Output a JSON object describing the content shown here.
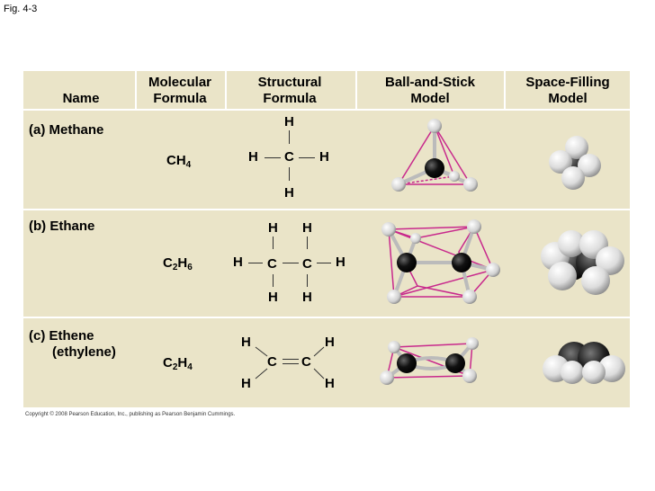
{
  "figure_label": "Fig. 4-3",
  "headers": {
    "name": "Name",
    "molecular_formula": [
      "Molecular",
      "Formula"
    ],
    "structural_formula": [
      "Structural",
      "Formula"
    ],
    "ball_and_stick": [
      "Ball-and-Stick",
      "Model"
    ],
    "space_filling": [
      "Space-Filling",
      "Model"
    ]
  },
  "rows": [
    {
      "name": "(a) Methane",
      "formula_base": "CH",
      "formula_sub": "4"
    },
    {
      "name": "(b) Ethane",
      "formula_parts": [
        "C",
        "2",
        "H",
        "6"
      ]
    },
    {
      "name_line1": "(c) Ethene",
      "name_line2": "(ethylene)",
      "formula_parts": [
        "C",
        "2",
        "H",
        "4"
      ]
    }
  ],
  "atoms": {
    "carbon": "C",
    "hydrogen": "H"
  },
  "colors": {
    "table_bg": "#eae4c8",
    "bond_pink": "#c8288c",
    "carbon": "#111111",
    "hydrogen": "#e8e8e8"
  },
  "copyright": "Copyright © 2008 Pearson Education, Inc., publishing as Pearson Benjamin Cummings."
}
